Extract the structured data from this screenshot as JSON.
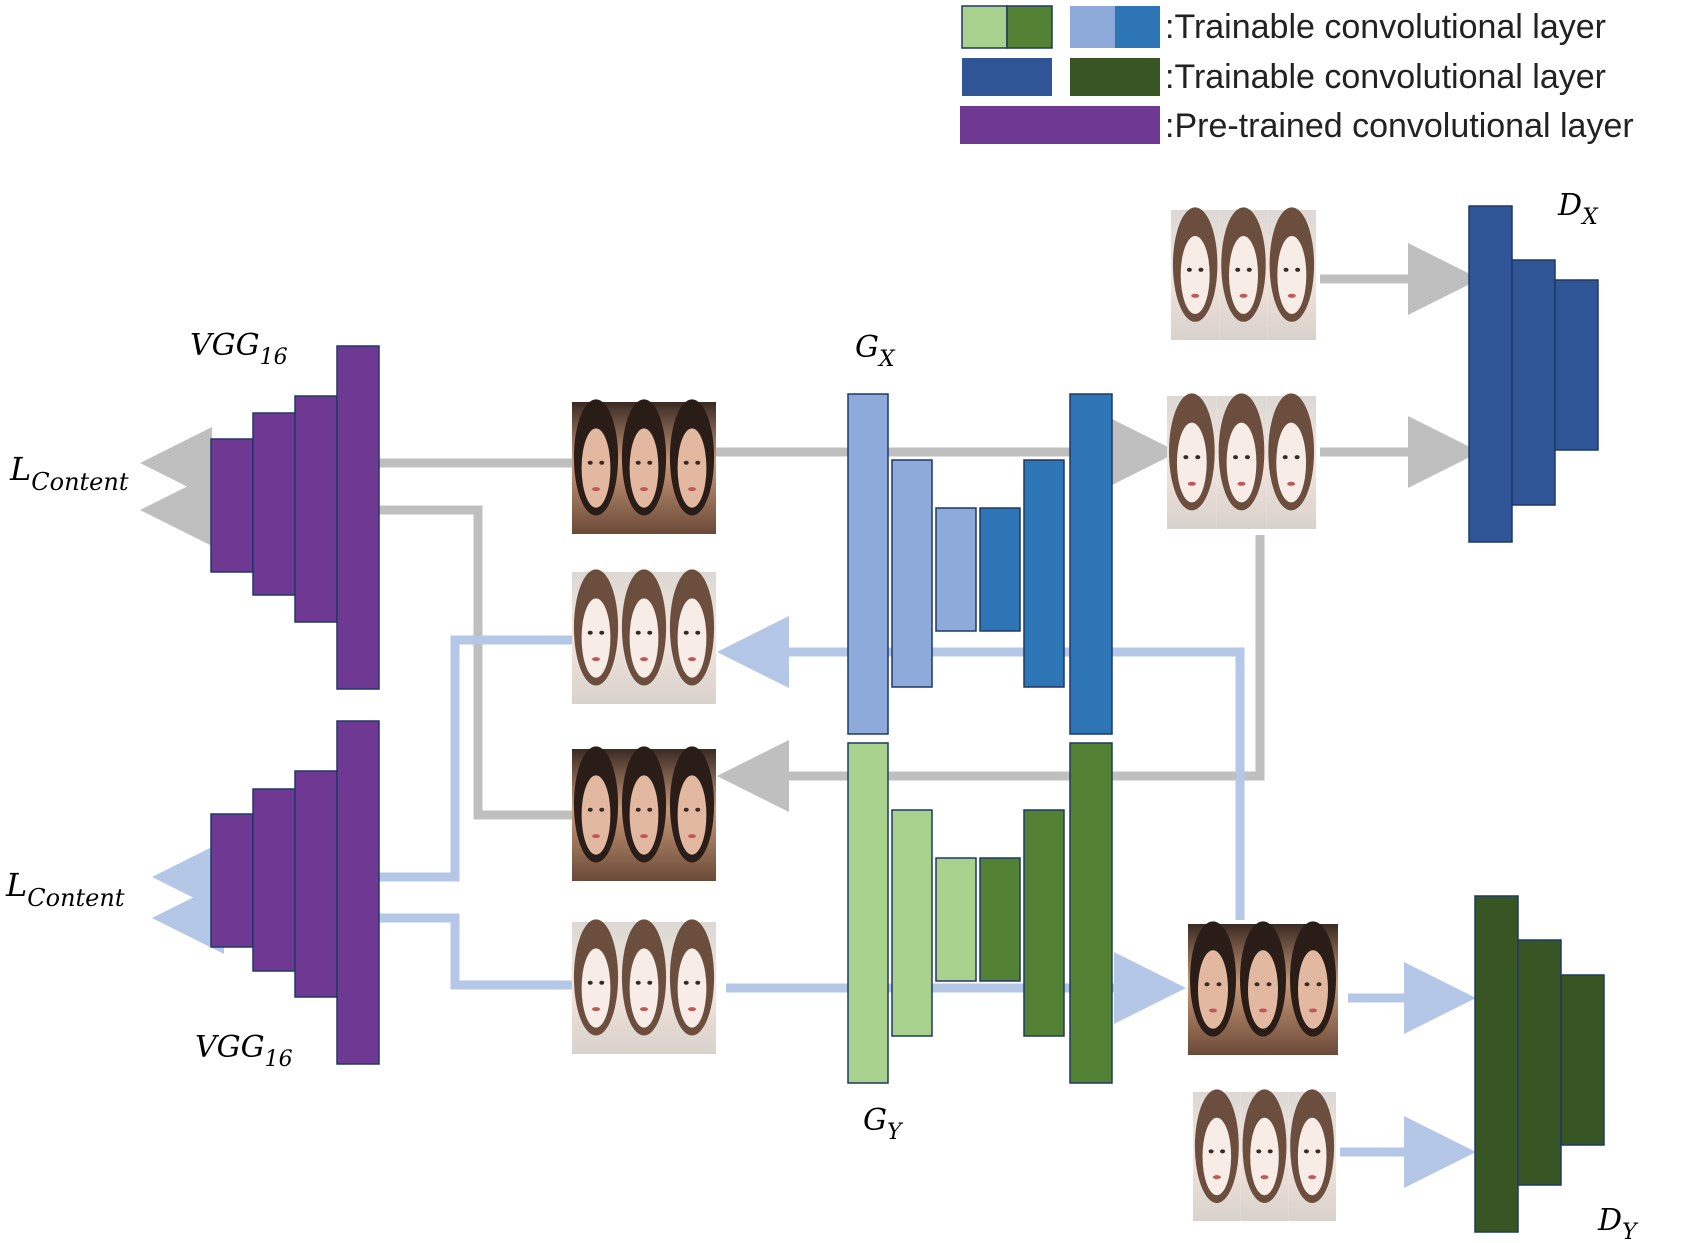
{
  "legend": {
    "row1": ":Trainable convolutional layer",
    "row2": ":Trainable convolutional layer",
    "row3": ":Pre-trained convolutional layer"
  },
  "labels": {
    "vgg_top_base": "VGG",
    "vgg_top_sub": "16",
    "vgg_bottom_base": "VGG",
    "vgg_bottom_sub": "16",
    "loss_top_base": "L",
    "loss_top_sub": "Content",
    "loss_bottom_base": "L",
    "loss_bottom_sub": "Content",
    "gx_base": "G",
    "gx_sub": "X",
    "gy_base": "G",
    "gy_sub": "Y",
    "dx_base": "D",
    "dx_sub": "X",
    "dy_base": "D",
    "dy_sub": "Y"
  },
  "colors": {
    "vgg_purple": "#6F3893",
    "gx_light_blue": "#8EAADB",
    "gx_dark_blue": "#2E75B6",
    "dx_navy": "#2F5597",
    "gy_light_green": "#A9D18E",
    "gy_dark_green": "#548235",
    "dy_forest": "#375623",
    "arrow_gray": "#BFBFBF",
    "arrow_blue": "#B4C7E7",
    "border": "#1F3864"
  },
  "images": [
    {
      "name": "photo-input-x",
      "tone": "photo"
    },
    {
      "name": "cartoon-recon-x",
      "tone": "cartoon"
    },
    {
      "name": "photo-recon-y",
      "tone": "photo"
    },
    {
      "name": "cartoon-input-y",
      "tone": "cartoon"
    },
    {
      "name": "cartoon-real-dx",
      "tone": "cartoon"
    },
    {
      "name": "cartoon-fake-dx",
      "tone": "cartoon"
    },
    {
      "name": "photo-fake-dy",
      "tone": "photo"
    },
    {
      "name": "cartoon-real-dy",
      "tone": "cartoon"
    }
  ]
}
